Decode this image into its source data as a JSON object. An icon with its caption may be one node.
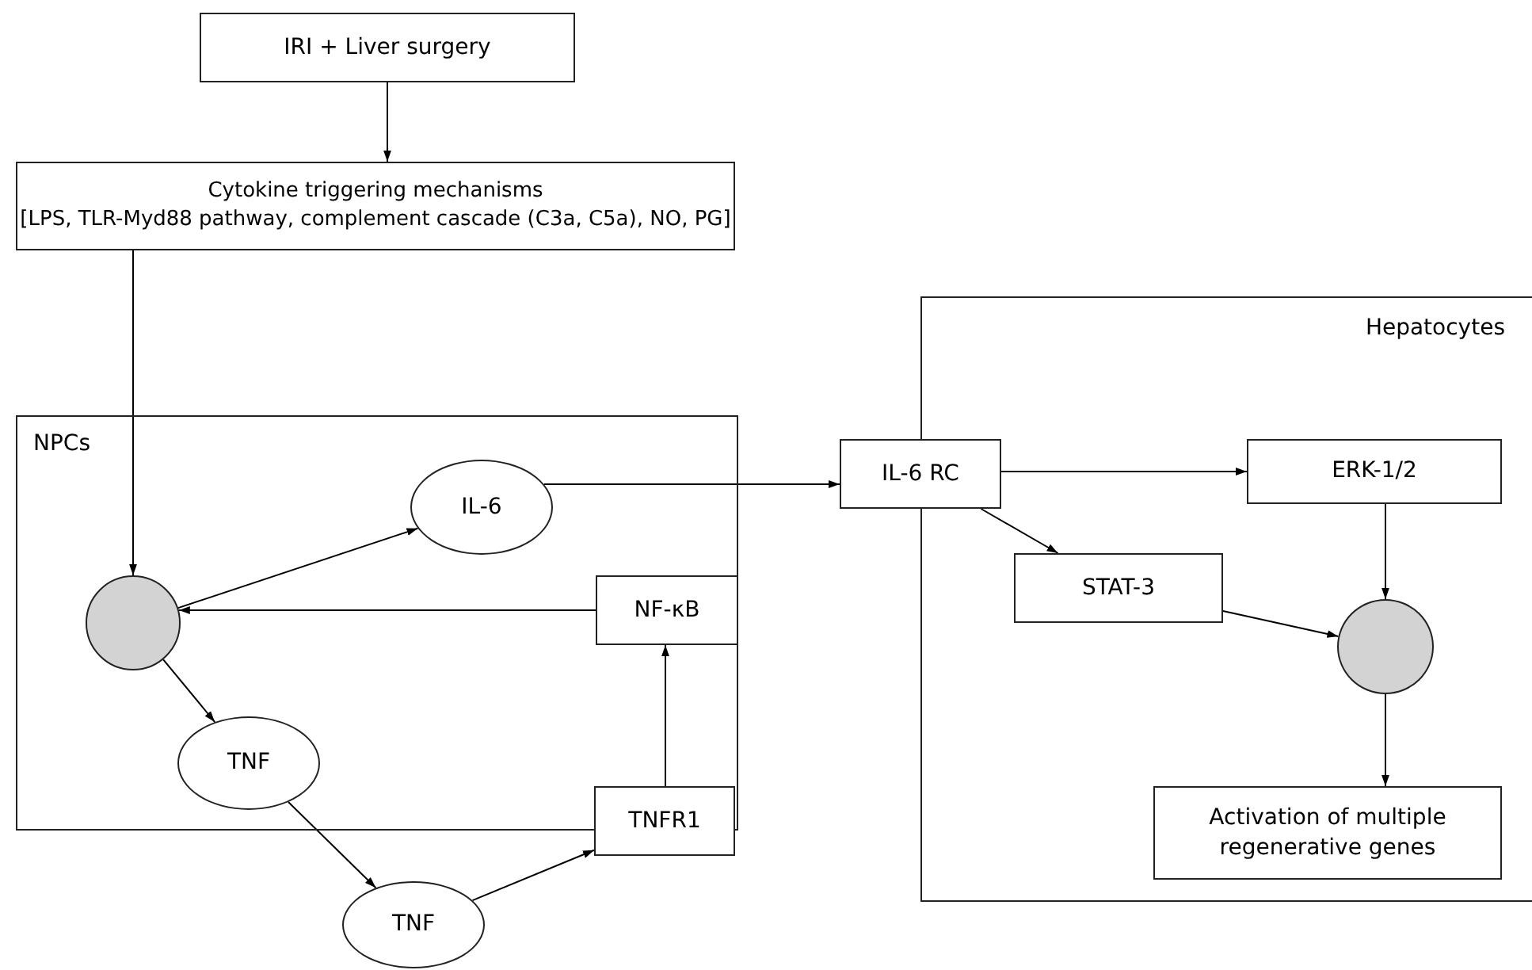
{
  "diagram": {
    "nodes": [
      {
        "text": [
          "IRI + Liver surgery"
        ]
      },
      {
        "text": [
          "Cytokine triggering mechanisms",
          "[LPS, TLR-Myd88 pathway, complement cascade (C3a, C5a), NO, PG]"
        ]
      },
      {
        "text": [
          "NPCs"
        ]
      },
      {
        "text": [],
        "shape": "circle",
        "in": 2
      },
      {
        "text": [
          "IL-6"
        ],
        "in": 2
      },
      {
        "text": [
          "NF-κB"
        ],
        "in": 2
      },
      {
        "text": [
          "TNF"
        ],
        "in": 2
      },
      {
        "text": [
          "TNFR1"
        ]
      },
      {
        "text": [
          "TNF"
        ]
      },
      {
        "text": [
          "Hepatocytes"
        ]
      },
      {
        "text": [
          "IL-6 RC"
        ]
      },
      {
        "text": [
          "ERK-1/2"
        ],
        "in": 9
      },
      {
        "text": [
          "STAT-3"
        ],
        "in": 9
      },
      {
        "text": [],
        "shape": "circle",
        "in": 9
      },
      {
        "text": [
          "Activation of multiple regenerative genes"
        ],
        "in": 9
      }
    ],
    "edges": [
      {
        "from": 0,
        "to": 1,
        "arrow": "to"
      },
      {
        "from": 1,
        "to": 3,
        "arrow": "to"
      },
      {
        "from": 3,
        "to": 4,
        "arrow": "to"
      },
      {
        "from": 5,
        "to": 3,
        "arrow": "to"
      },
      {
        "from": 3,
        "to": 6,
        "arrow": "to"
      },
      {
        "from": 6,
        "to": 8,
        "arrow": "to"
      },
      {
        "from": 8,
        "to": 7,
        "arrow": "to"
      },
      {
        "from": 7,
        "to": 5,
        "arrow": "to"
      },
      {
        "from": 4,
        "to": 10,
        "arrow": "to"
      },
      {
        "from": 10,
        "to": 11,
        "arrow": "to"
      },
      {
        "from": 10,
        "to": 12,
        "arrow": "to"
      },
      {
        "from": 11,
        "to": 13,
        "arrow": "to"
      },
      {
        "from": 12,
        "to": 13,
        "arrow": "to"
      },
      {
        "from": 13,
        "to": 14,
        "arrow": "to"
      }
    ]
  }
}
